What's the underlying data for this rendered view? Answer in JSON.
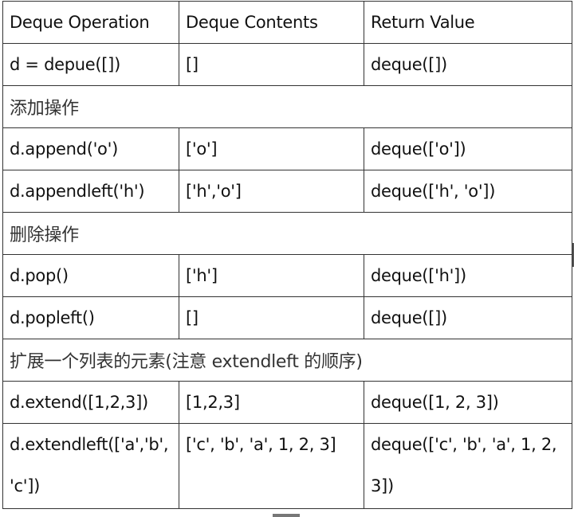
{
  "table": {
    "headers": [
      "Deque Operation",
      "Deque Contents",
      "Return Value"
    ],
    "rows": [
      {
        "type": "data",
        "cells": [
          "d = depue([])",
          "[]",
          "deque([])"
        ]
      },
      {
        "type": "section",
        "label": "添加操作"
      },
      {
        "type": "data",
        "cells": [
          "d.append('o')",
          "['o']",
          "deque(['o'])"
        ]
      },
      {
        "type": "data",
        "cells": [
          "d.appendleft('h')",
          "['h','o']",
          "deque(['h', 'o'])"
        ]
      },
      {
        "type": "section",
        "label": "删除操作"
      },
      {
        "type": "data",
        "cells": [
          "d.pop()",
          "['h']",
          "deque(['h'])"
        ]
      },
      {
        "type": "data",
        "cells": [
          "d.popleft()",
          "[]",
          "deque([])"
        ]
      },
      {
        "type": "section",
        "label": "扩展一个列表的元素(注意 extendleft 的顺序)"
      },
      {
        "type": "data",
        "cells": [
          "d.extend([1,2,3])",
          "[1,2,3]",
          "deque([1, 2, 3])"
        ]
      },
      {
        "type": "data",
        "cells": [
          "d.extendleft(['a','b', 'c'])",
          "['c', 'b', 'a', 1, 2, 3]",
          "deque(['c', 'b', 'a', 1, 2, 3])"
        ]
      }
    ]
  }
}
